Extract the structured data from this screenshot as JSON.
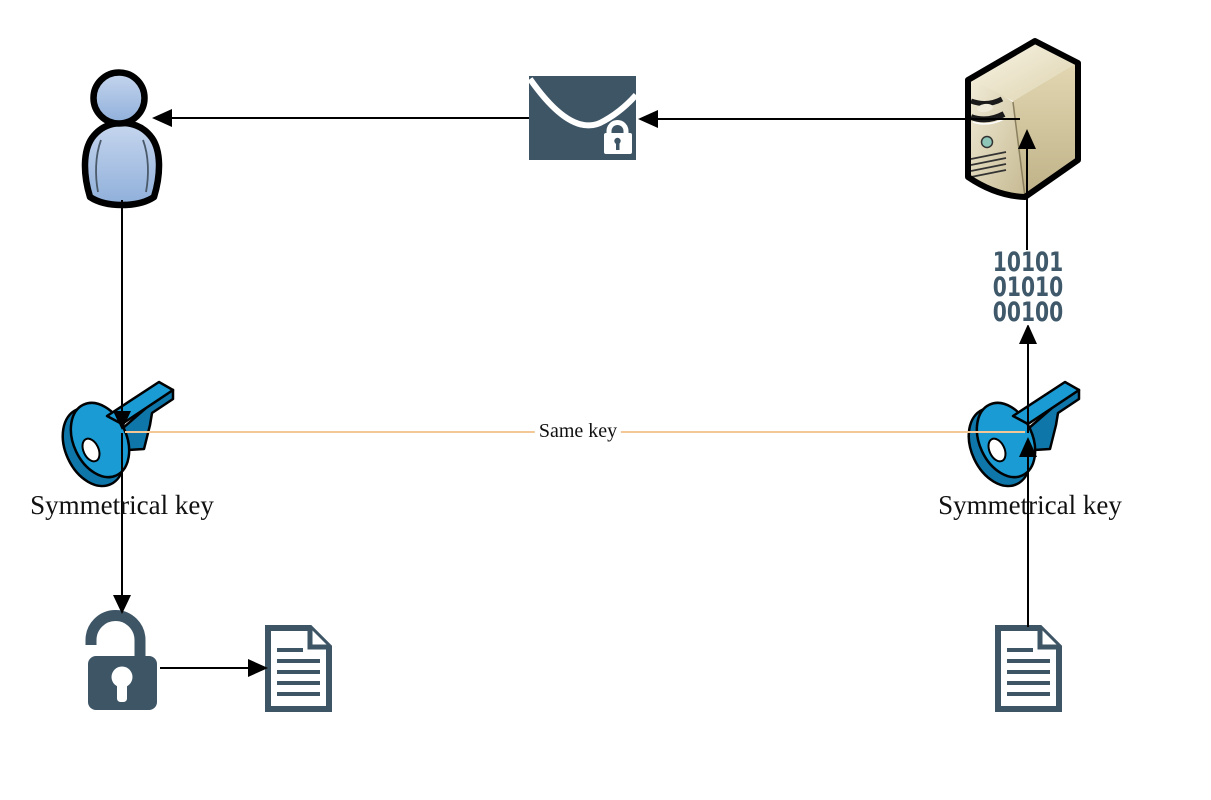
{
  "diagram": {
    "labels": {
      "symmetrical_key_left": "Symmetrical key",
      "symmetrical_key_right": "Symmetrical key",
      "same_key": "Same key"
    },
    "binary": {
      "lines": [
        "10101",
        "01010",
        "00100"
      ]
    },
    "icons": {
      "person": "person-icon",
      "encrypted_envelope": "locked-envelope-icon",
      "server": "server-tower-icon",
      "key_left": "key-icon",
      "key_right": "key-icon",
      "open_padlock": "open-padlock-icon",
      "document_left": "document-icon",
      "document_right": "document-icon"
    },
    "colors": {
      "background": "#FFFFFF",
      "slate": "#3E5566",
      "key_blue": "#1B9BD3",
      "key_blue_dark": "#0E76A8",
      "person_blue_light": "#C6D6EE",
      "person_blue": "#8FAFDA",
      "server_beige_light": "#F7F2E0",
      "server_beige": "#D9CDA6",
      "server_beige_dark": "#BFB288",
      "same_key_line": "#F4C896",
      "binary_text": "#3F596B",
      "arrow": "#000000"
    }
  }
}
